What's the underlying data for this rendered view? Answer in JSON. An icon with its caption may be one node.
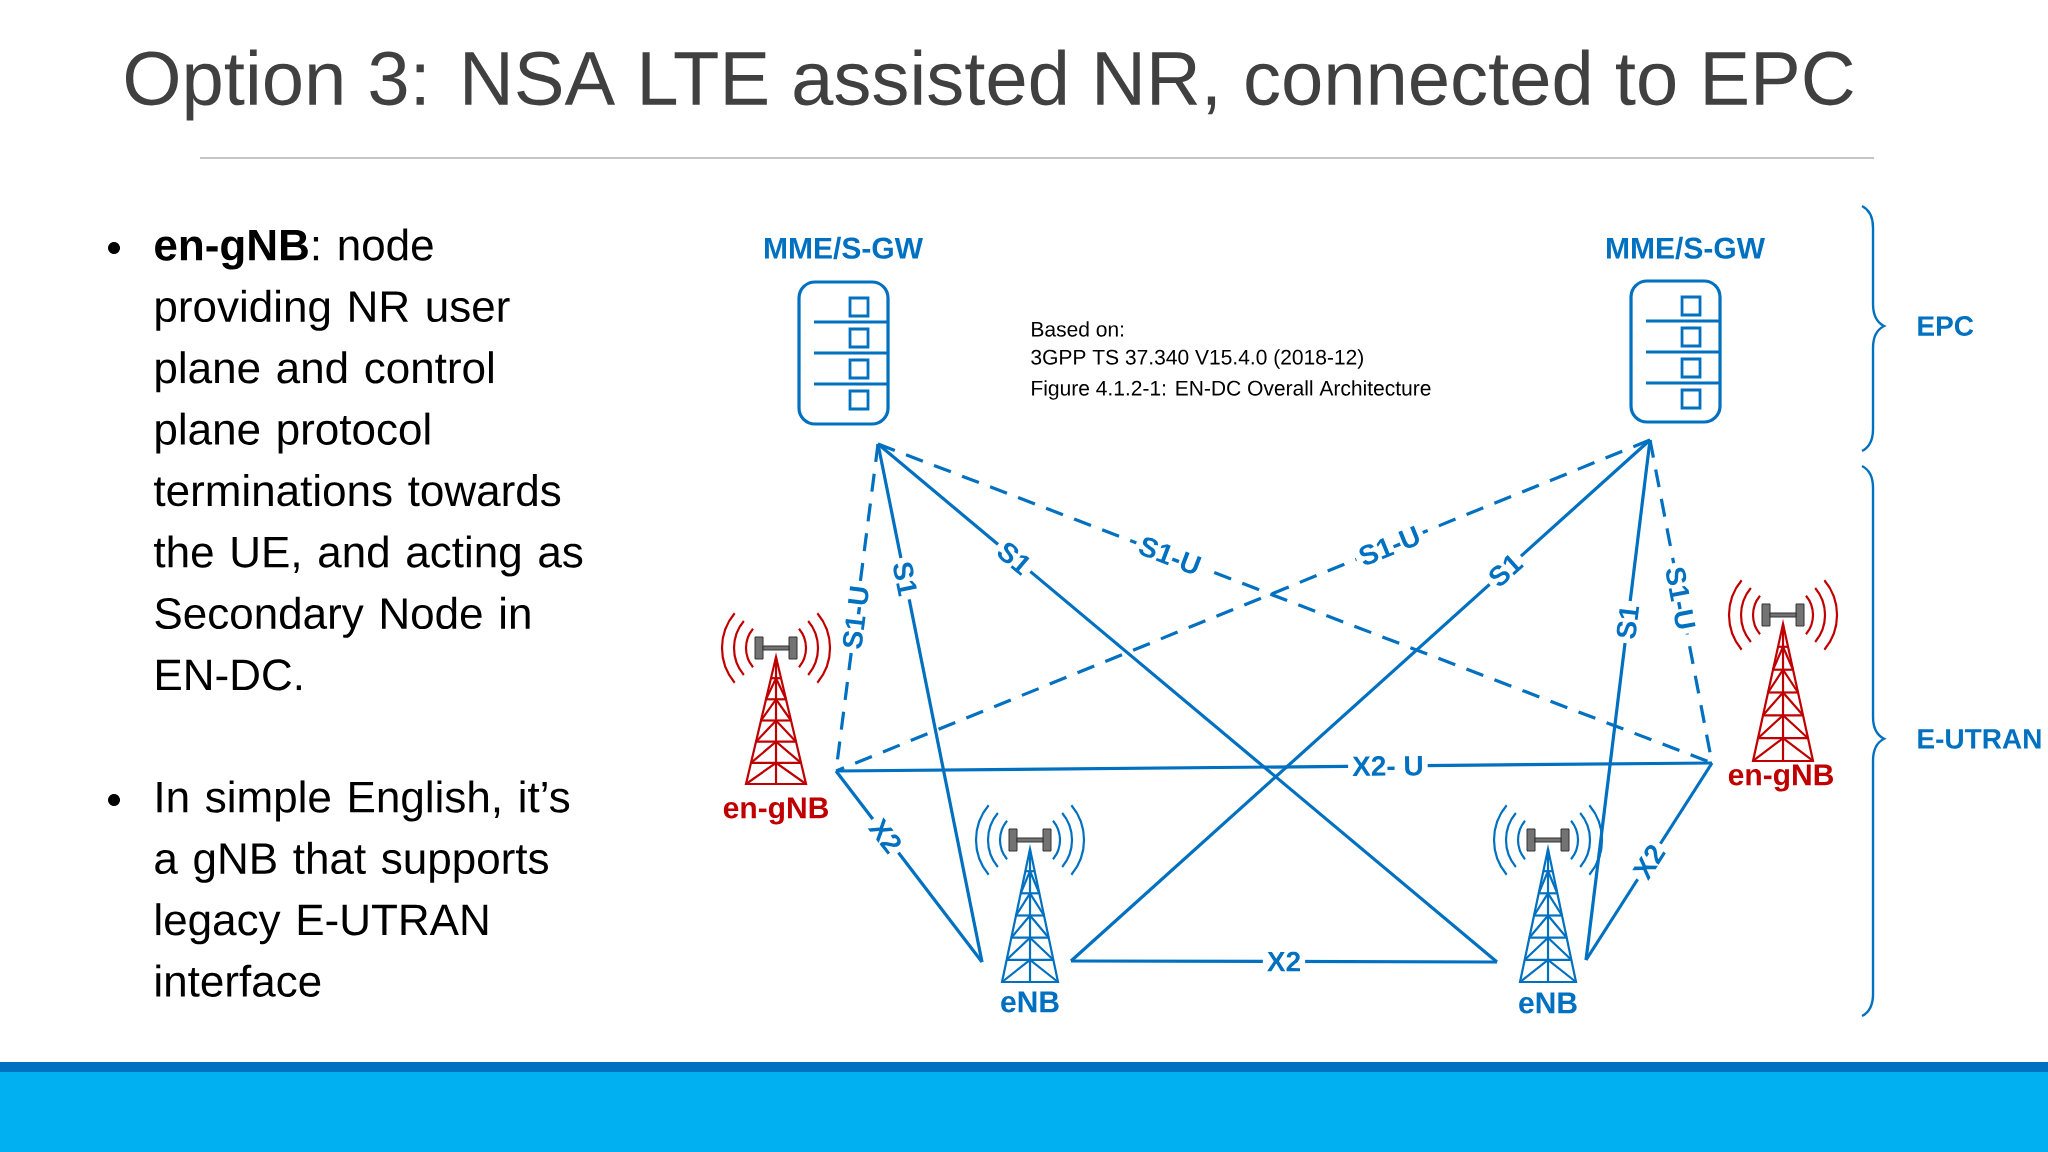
{
  "diagram": {
    "title": "Option 3: NSA LTE assisted NR, connected to EPC",
    "nodes": [
      {
        "text": [
          "MME/S-GW"
        ]
      },
      {
        "text": [
          "MME/S-GW"
        ]
      },
      {
        "text": [
          "en-gNB"
        ]
      },
      {
        "text": [
          "eNB"
        ]
      },
      {
        "text": [
          "eNB"
        ]
      },
      {
        "text": [
          "en-gNB"
        ]
      }
    ],
    "edges": [
      {
        "from": 0,
        "to": 2,
        "arrow": "none",
        "label": "S1-U",
        "style": "dashed"
      },
      {
        "from": 0,
        "to": 3,
        "arrow": "none",
        "label": "S1"
      },
      {
        "from": 0,
        "to": 4,
        "arrow": "none",
        "label": "S1"
      },
      {
        "from": 0,
        "to": 5,
        "arrow": "none",
        "label": "S1-U",
        "style": "dashed"
      },
      {
        "from": 1,
        "to": 2,
        "arrow": "none",
        "label": "S1-U",
        "style": "dashed"
      },
      {
        "from": 1,
        "to": 3,
        "arrow": "none",
        "label": "S1"
      },
      {
        "from": 1,
        "to": 4,
        "arrow": "none",
        "label": "S1"
      },
      {
        "from": 1,
        "to": 5,
        "arrow": "none",
        "label": "S1-U",
        "style": "dashed"
      },
      {
        "from": 2,
        "to": 5,
        "arrow": "none",
        "label": "X2- U"
      },
      {
        "from": 2,
        "to": 3,
        "arrow": "none",
        "label": "X2"
      },
      {
        "from": 3,
        "to": 4,
        "arrow": "none",
        "label": "X2"
      },
      {
        "from": 4,
        "to": 5,
        "arrow": "none",
        "label": "X2"
      }
    ],
    "labels": [
      "**en-gNB**: node providing NR user plane and control plane protocol terminations towards the UE, and acting as Secondary Node in EN-DC.",
      "In simple English, it’s a gNB that supports legacy E-UTRAN interface",
      "Based on:",
      "3GPP TS 37.340 V15.4.0 (2018-12)",
      "Figure 4.1.2-1: EN-DC Overall Architecture",
      "EPC",
      "E-UTRAN"
    ]
  }
}
